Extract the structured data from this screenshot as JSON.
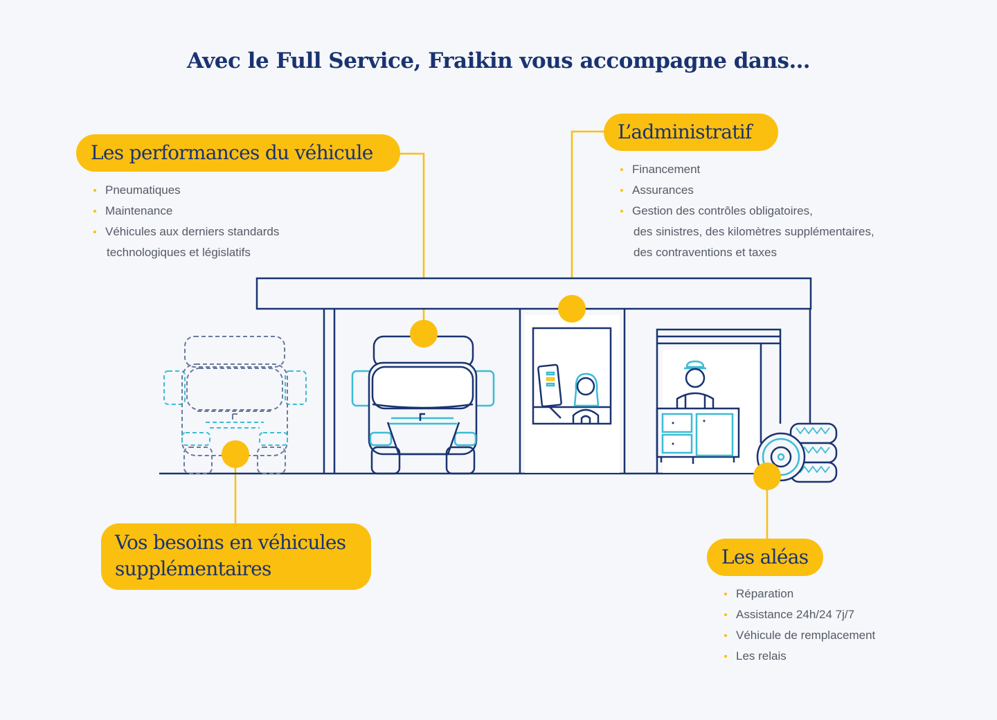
{
  "title": "Avec le Full Service, Fraikin vous accompagne dans…",
  "colors": {
    "navy": "#1a3370",
    "yellow": "#fbbf0f",
    "cyan": "#3bbcd6",
    "background": "#f5f7fa"
  },
  "sections": {
    "performances": {
      "label": "Les performances du véhicule",
      "items": [
        "Pneumatiques",
        "Maintenance",
        "Véhicules aux derniers standards"
      ],
      "item_continuation": "technologiques et législatifs"
    },
    "administratif": {
      "label": "L’administratif",
      "items": [
        "Financement",
        "Assurances",
        "Gestion des contrôles obligatoires,"
      ],
      "item_continuation": [
        "des sinistres, des kilomètres supplémentaires,",
        "des contraventions et taxes"
      ]
    },
    "besoins": {
      "label_line1": "Vos besoins en véhicules",
      "label_line2": "supplémentaires"
    },
    "aleas": {
      "label": "Les aléas",
      "items": [
        "Réparation",
        "Assistance 24h/24 7j/7",
        "Véhicule de remplacement",
        "Les relais"
      ]
    }
  },
  "icons": [
    "truck-outline-dashed-icon",
    "truck-front-icon",
    "office-desk-icon",
    "mechanic-icon",
    "tire-stack-icon"
  ]
}
